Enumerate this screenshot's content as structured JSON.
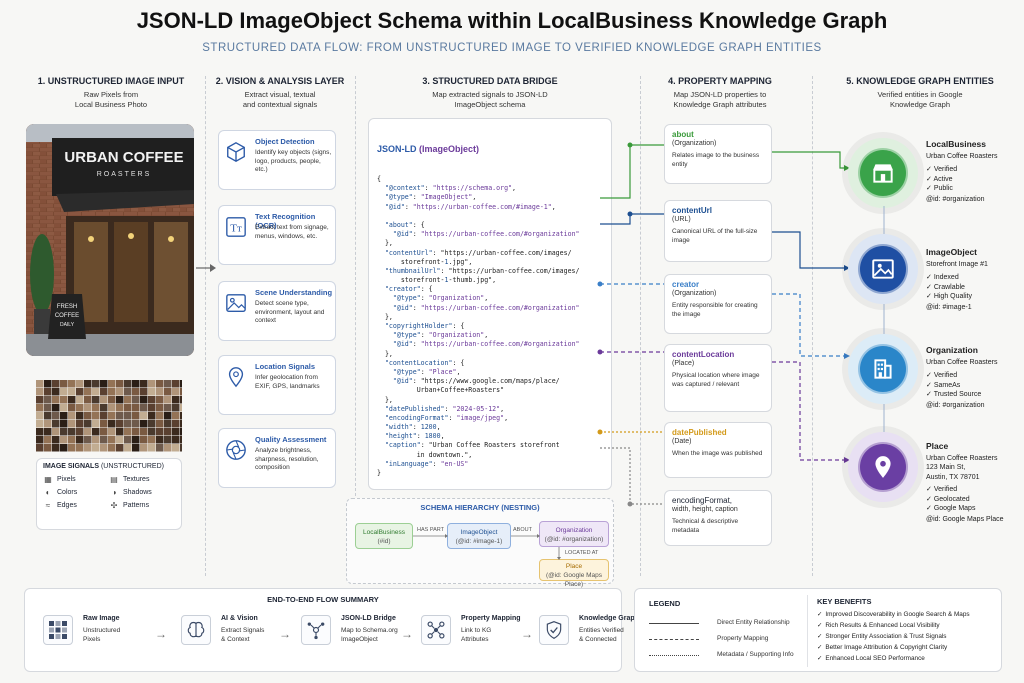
{
  "title": "JSON-LD ImageObject Schema within LocalBusiness Knowledge Graph",
  "subtitle": "STRUCTURED DATA FLOW: FROM UNSTRUCTURED IMAGE TO VERIFIED KNOWLEDGE GRAPH ENTITIES",
  "columns": [
    {
      "heading": "1. UNSTRUCTURED IMAGE INPUT",
      "sub1": "Raw Pixels from",
      "sub2": "Local Business Photo"
    },
    {
      "heading": "2. VISION & ANALYSIS LAYER",
      "sub1": "Extract visual, textual",
      "sub2": "and contextual signals"
    },
    {
      "heading": "3. STRUCTURED DATA BRIDGE",
      "sub1": "Map extracted signals to JSON-LD",
      "sub2": "ImageObject schema"
    },
    {
      "heading": "4. PROPERTY MAPPING",
      "sub1": "Map JSON-LD properties to",
      "sub2": "Knowledge Graph attributes"
    },
    {
      "heading": "5. KNOWLEDGE GRAPH ENTITIES",
      "sub1": "Verified entities in Google",
      "sub2": "Knowledge Graph"
    }
  ],
  "photo": {
    "sign_line1": "URBAN COFFEE",
    "sign_line2": "ROASTERS",
    "board1": "FRESH",
    "board2": "COFFEE",
    "board3": "DAILY"
  },
  "image_signals": {
    "heading": "IMAGE SIGNALS",
    "heading_suffix": "(UNSTRUCTURED)",
    "items": [
      "Pixels",
      "Textures",
      "Colors",
      "Shadows",
      "Edges",
      "Patterns"
    ]
  },
  "vision_cards": [
    {
      "title": "Object Detection",
      "desc": "Identify key objects (signs, logo, products, people, etc.)"
    },
    {
      "title": "Text Recognition (OCR)",
      "desc": "Extract text from signage, menus, windows, etc."
    },
    {
      "title": "Scene Understanding",
      "desc": "Detect scene type, environment, layout and context"
    },
    {
      "title": "Location Signals",
      "desc": "Infer geolocation from EXIF, GPS, landmarks"
    },
    {
      "title": "Quality Assessment",
      "desc": "Analyze brightness, sharpness, resolution, composition"
    }
  ],
  "code": {
    "heading": "JSON-LD",
    "heading_type": "(ImageObject)",
    "lines": [
      "{",
      "  \"@context\": \"https://schema.org\",",
      "  \"@type\": \"ImageObject\",",
      "  \"@id\": \"https://urban-coffee.com/#image-1\",",
      "",
      "  \"about\": {",
      "    \"@id\": \"https://urban-coffee.com/#organization\"",
      "  },",
      "  \"contentUrl\": \"https://urban-coffee.com/images/",
      "      storefront-1.jpg\",",
      "  \"thumbnailUrl\": \"https://urban-coffee.com/images/",
      "      storefront-1-thumb.jpg\",",
      "  \"creator\": {",
      "    \"@type\": \"Organization\",",
      "    \"@id\": \"https://urban-coffee.com/#organization\"",
      "  },",
      "  \"copyrightHolder\": {",
      "    \"@type\": \"Organization\",",
      "    \"@id\": \"https://urban-coffee.com/#organization\"",
      "  },",
      "  \"contentLocation\": {",
      "    \"@type\": \"Place\",",
      "    \"@id\": \"https://www.google.com/maps/place/",
      "          Urban+Coffee+Roasters\"",
      "  },",
      "  \"datePublished\": \"2024-05-12\",",
      "  \"encodingFormat\": \"image/jpeg\",",
      "  \"width\": 1200,",
      "  \"height\": 1800,",
      "  \"caption\": \"Urban Coffee Roasters storefront",
      "          in downtown.\",",
      "  \"inLanguage\": \"en-US\"",
      "}"
    ]
  },
  "hierarchy": {
    "heading": "SCHEMA HIERARCHY (NESTING)",
    "localbusiness": "LocalBusiness",
    "localbusiness_id": "(#id)",
    "has_part": "HAS PART",
    "imageobject": "ImageObject",
    "imageobject_id": "(@id: #image-1)",
    "about": "ABOUT",
    "organization": "Organization",
    "organization_id": "(@id: #organization)",
    "located_at": "LOCATED AT",
    "place": "Place",
    "place_id": "(@id: Google Maps Place)"
  },
  "properties": [
    {
      "title": "about",
      "type": "(Organization)",
      "desc": "Relates image to the business entity",
      "color": "#3a9a3a"
    },
    {
      "title": "contentUrl",
      "type": "(URL)",
      "desc": "Canonical URL of the full-size image",
      "color": "#1d4f91"
    },
    {
      "title": "creator",
      "type": "(Organization)",
      "desc": "Entity responsible for creating the image",
      "color": "#3a7fc8"
    },
    {
      "title": "contentLocation",
      "type": "(Place)",
      "desc": "Physical location where image was captured / relevant",
      "color": "#6b3a9a"
    },
    {
      "title": "datePublished",
      "type": "(Date)",
      "desc": "When the image was published",
      "color": "#d39a1a"
    },
    {
      "title": "encodingFormat,",
      "type": "width, height, caption",
      "desc": "Technical & descriptive metadata",
      "color": "#222222"
    }
  ],
  "entities": [
    {
      "title": "LocalBusiness",
      "name": "Urban Coffee Roasters",
      "checks": [
        "Verified",
        "Active",
        "Public"
      ],
      "id": "@id: #organization",
      "color": "#3aa34a",
      "icon": "storefront-icon"
    },
    {
      "title": "ImageObject",
      "name": "Storefront Image #1",
      "checks": [
        "Indexed",
        "Crawlable",
        "High Quality"
      ],
      "id": "@id: #image-1",
      "color": "#1f4fa3",
      "icon": "image-icon"
    },
    {
      "title": "Organization",
      "name": "Urban Coffee Roasters",
      "checks": [
        "Verified",
        "SameAs",
        "Trusted Source"
      ],
      "id": "@id: #organization",
      "color": "#2a86c9",
      "icon": "building-icon"
    },
    {
      "title": "Place",
      "name": "Urban Coffee Roasters",
      "address1": "123 Main St,",
      "address2": "Austin, TX 78701",
      "checks": [
        "Verified",
        "Geolocated",
        "Google Maps"
      ],
      "id": "@id: Google Maps Place",
      "color": "#6a3fa3",
      "icon": "map-pin-icon"
    }
  ],
  "flow_summary": {
    "heading": "END-TO-END FLOW SUMMARY",
    "steps": [
      {
        "title": "Raw Image",
        "d1": "Unstructured",
        "d2": "Pixels"
      },
      {
        "title": "AI & Vision",
        "d1": "Extract Signals",
        "d2": "& Context"
      },
      {
        "title": "JSON-LD Bridge",
        "d1": "Map to Schema.org",
        "d2": "ImageObject"
      },
      {
        "title": "Property Mapping",
        "d1": "Link to KG",
        "d2": "Attributes"
      },
      {
        "title": "Knowledge Graph",
        "d1": "Entities Verified",
        "d2": "& Connected"
      }
    ]
  },
  "legend": {
    "heading": "LEGEND",
    "items": [
      "Direct Entity Relationship",
      "Property Mapping",
      "Metadata / Supporting Info"
    ]
  },
  "benefits": {
    "heading": "KEY BENEFITS",
    "items": [
      "Improved Discoverability in Google Search & Maps",
      "Rich Results & Enhanced Local Visibility",
      "Stronger Entity Association & Trust Signals",
      "Better Image Attribution & Copyright Clarity",
      "Enhanced Local SEO Performance"
    ]
  }
}
